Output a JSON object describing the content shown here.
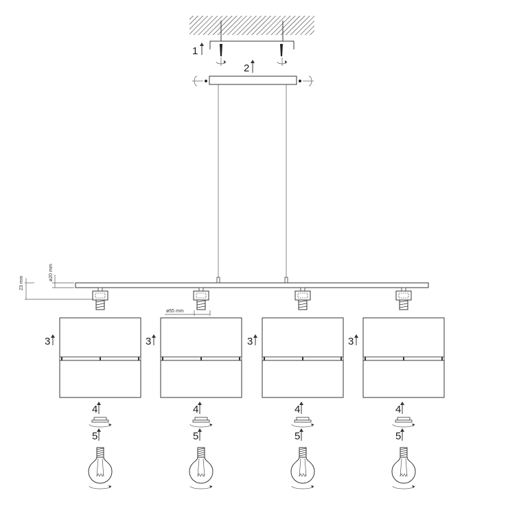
{
  "steps": {
    "s1": "1",
    "s2": "2",
    "s3": "3",
    "s4": "4",
    "s5": "5"
  },
  "dimensions": {
    "height": "23 mm",
    "rod_diameter": "ø20 mm",
    "socket_diameter": "ø55 mm"
  },
  "lamp_count": 4
}
